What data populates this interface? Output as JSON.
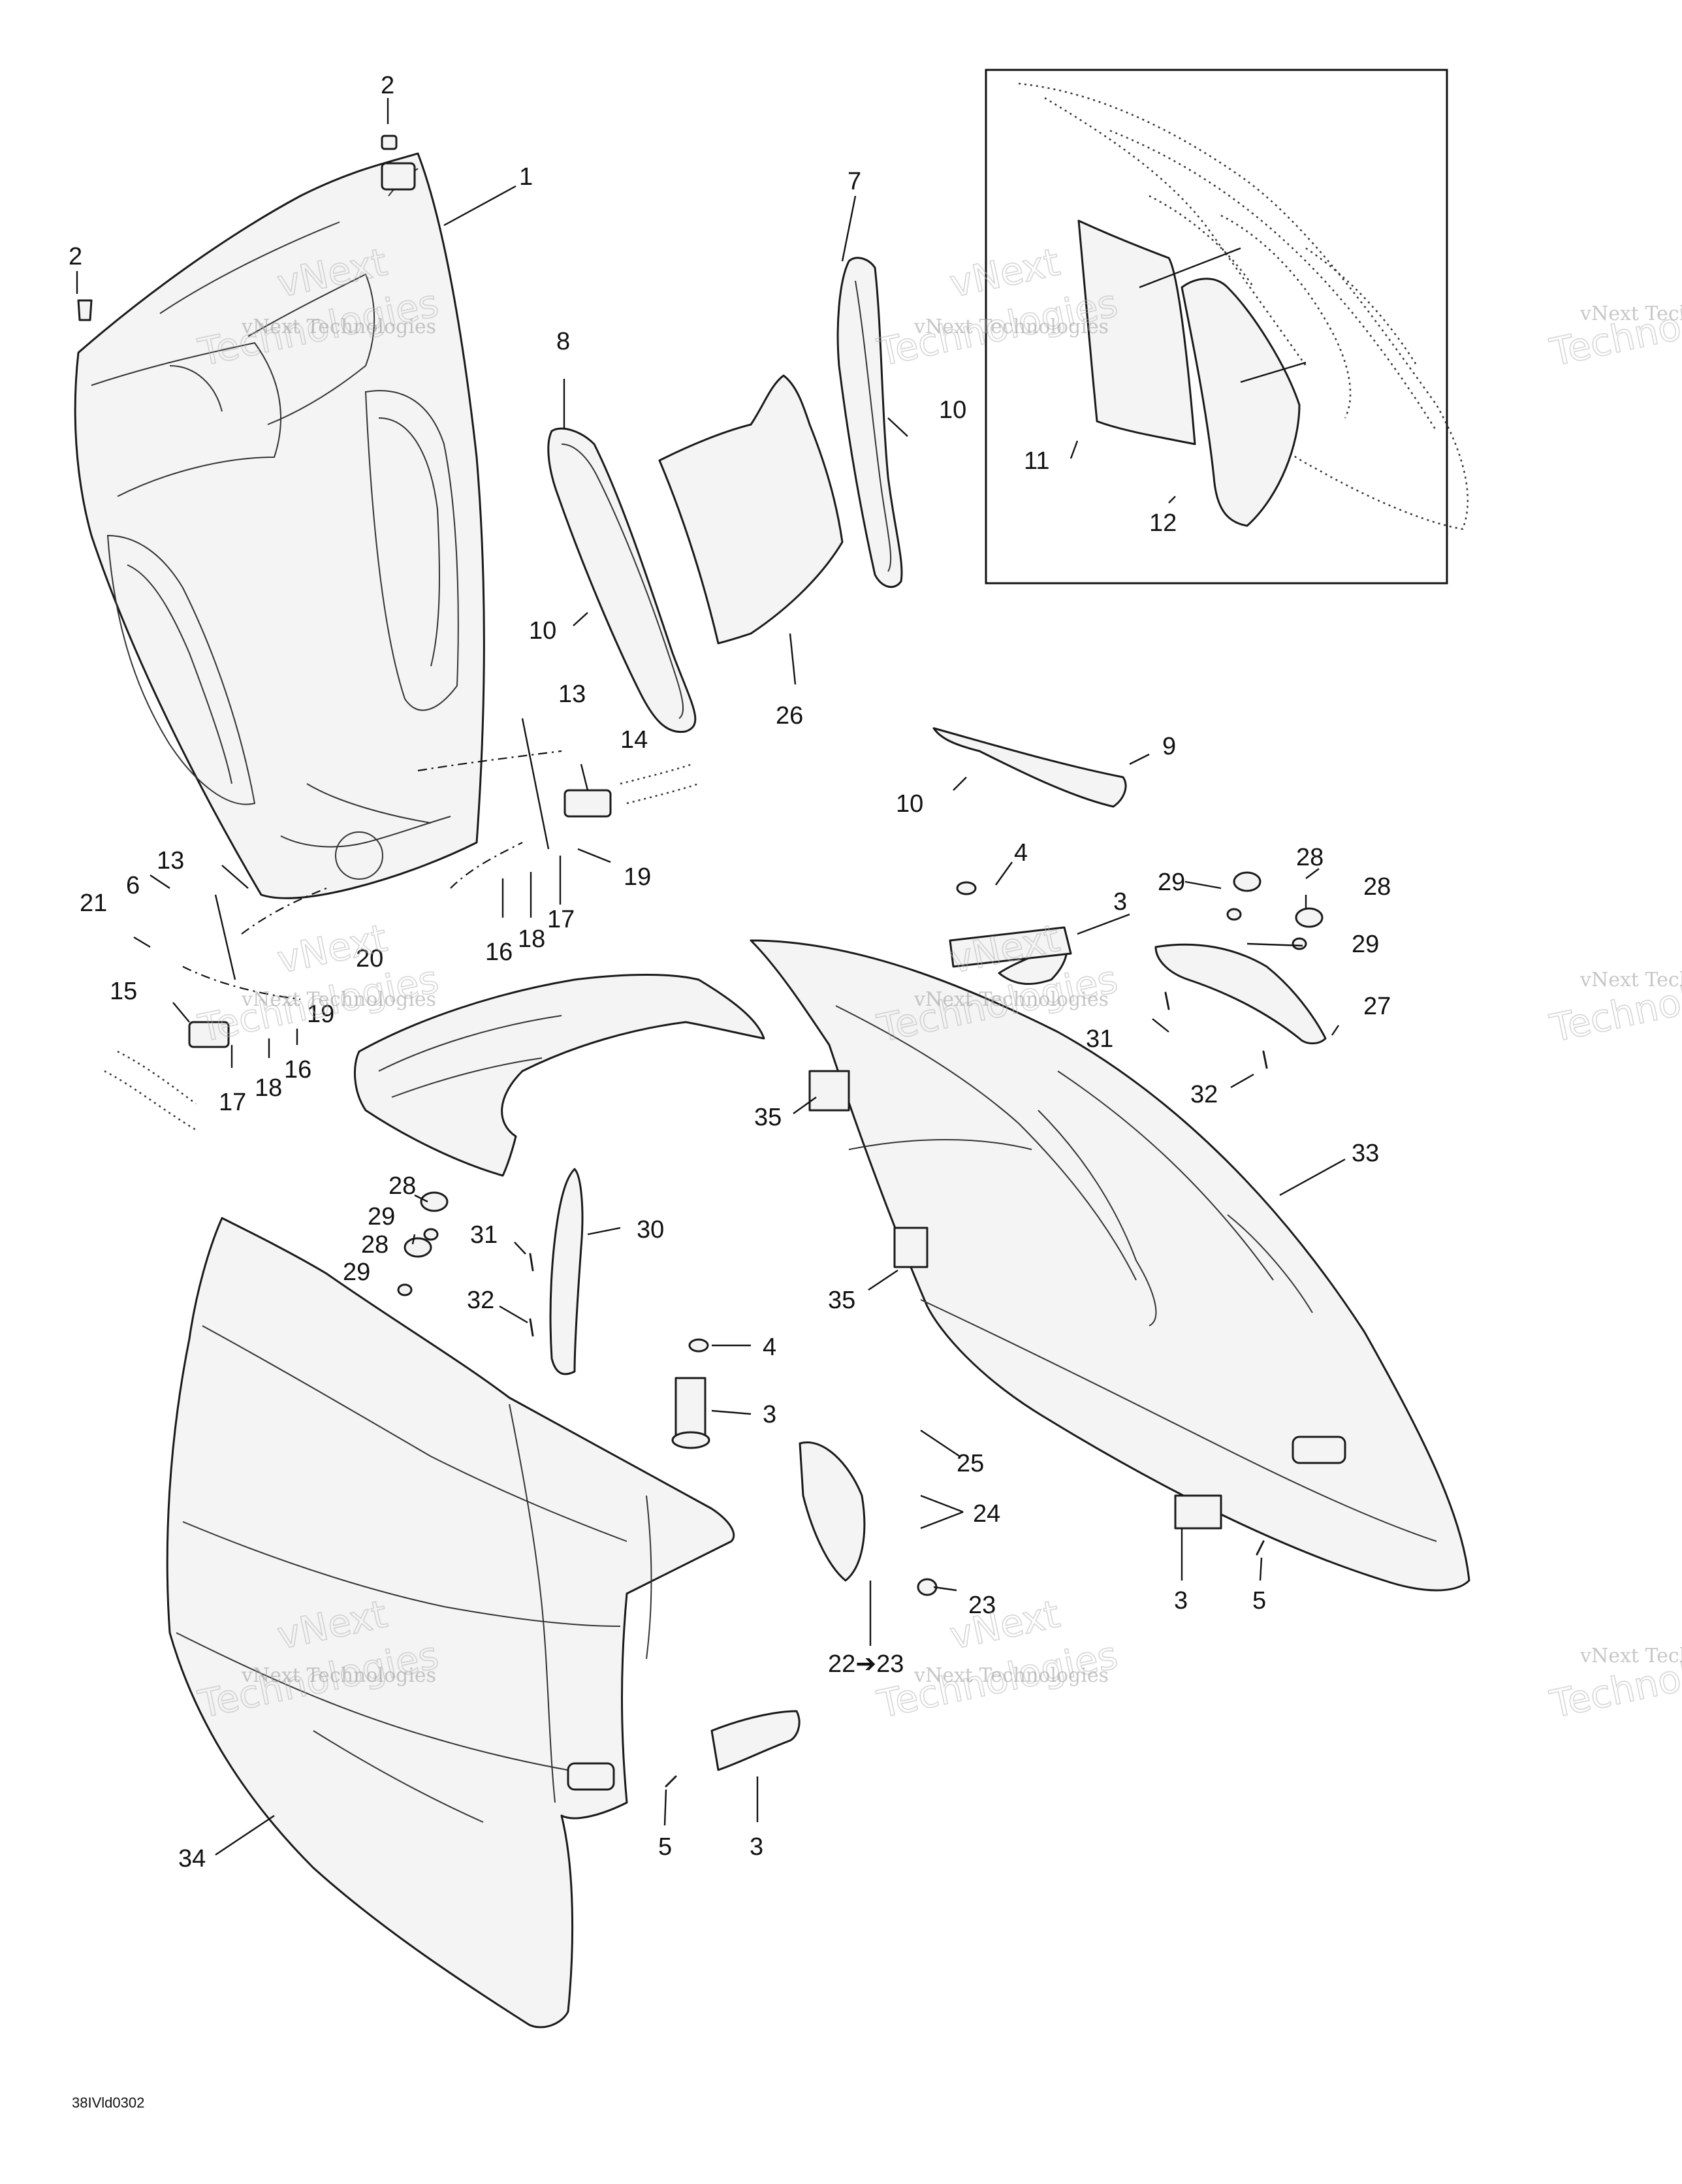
{
  "diagram": {
    "code": "38IVld0302",
    "callouts": {
      "c1": "1",
      "c2a": "2",
      "c2b": "2",
      "c3a": "3",
      "c3b": "3",
      "c3c": "3",
      "c3d": "3",
      "c4a": "4",
      "c4b": "4",
      "c5a": "5",
      "c5b": "5",
      "c6": "6",
      "c7": "7",
      "c8": "8",
      "c9": "9",
      "c10a": "10",
      "c10b": "10",
      "c10c": "10",
      "c11": "11",
      "c12": "12",
      "c13a": "13",
      "c13b": "13",
      "c14": "14",
      "c15": "15",
      "c16a": "16",
      "c16b": "16",
      "c17a": "17",
      "c17b": "17",
      "c18a": "18",
      "c18b": "18",
      "c19a": "19",
      "c19b": "19",
      "c20": "20",
      "c21": "21",
      "c22": "22➔23",
      "c23": "23",
      "c24": "24",
      "c25": "25",
      "c26": "26",
      "c27": "27",
      "c28a": "28",
      "c28b": "28",
      "c28c": "28",
      "c28d": "28",
      "c29a": "29",
      "c29b": "29",
      "c29c": "29",
      "c29d": "29",
      "c30": "30",
      "c31a": "31",
      "c31b": "31",
      "c32a": "32",
      "c32b": "32",
      "c33": "33",
      "c34": "34",
      "c35a": "35",
      "c35b": "35"
    }
  },
  "watermark": {
    "line1": "vNext Technologies",
    "line2": "vNext",
    "line3": "Technologies"
  }
}
